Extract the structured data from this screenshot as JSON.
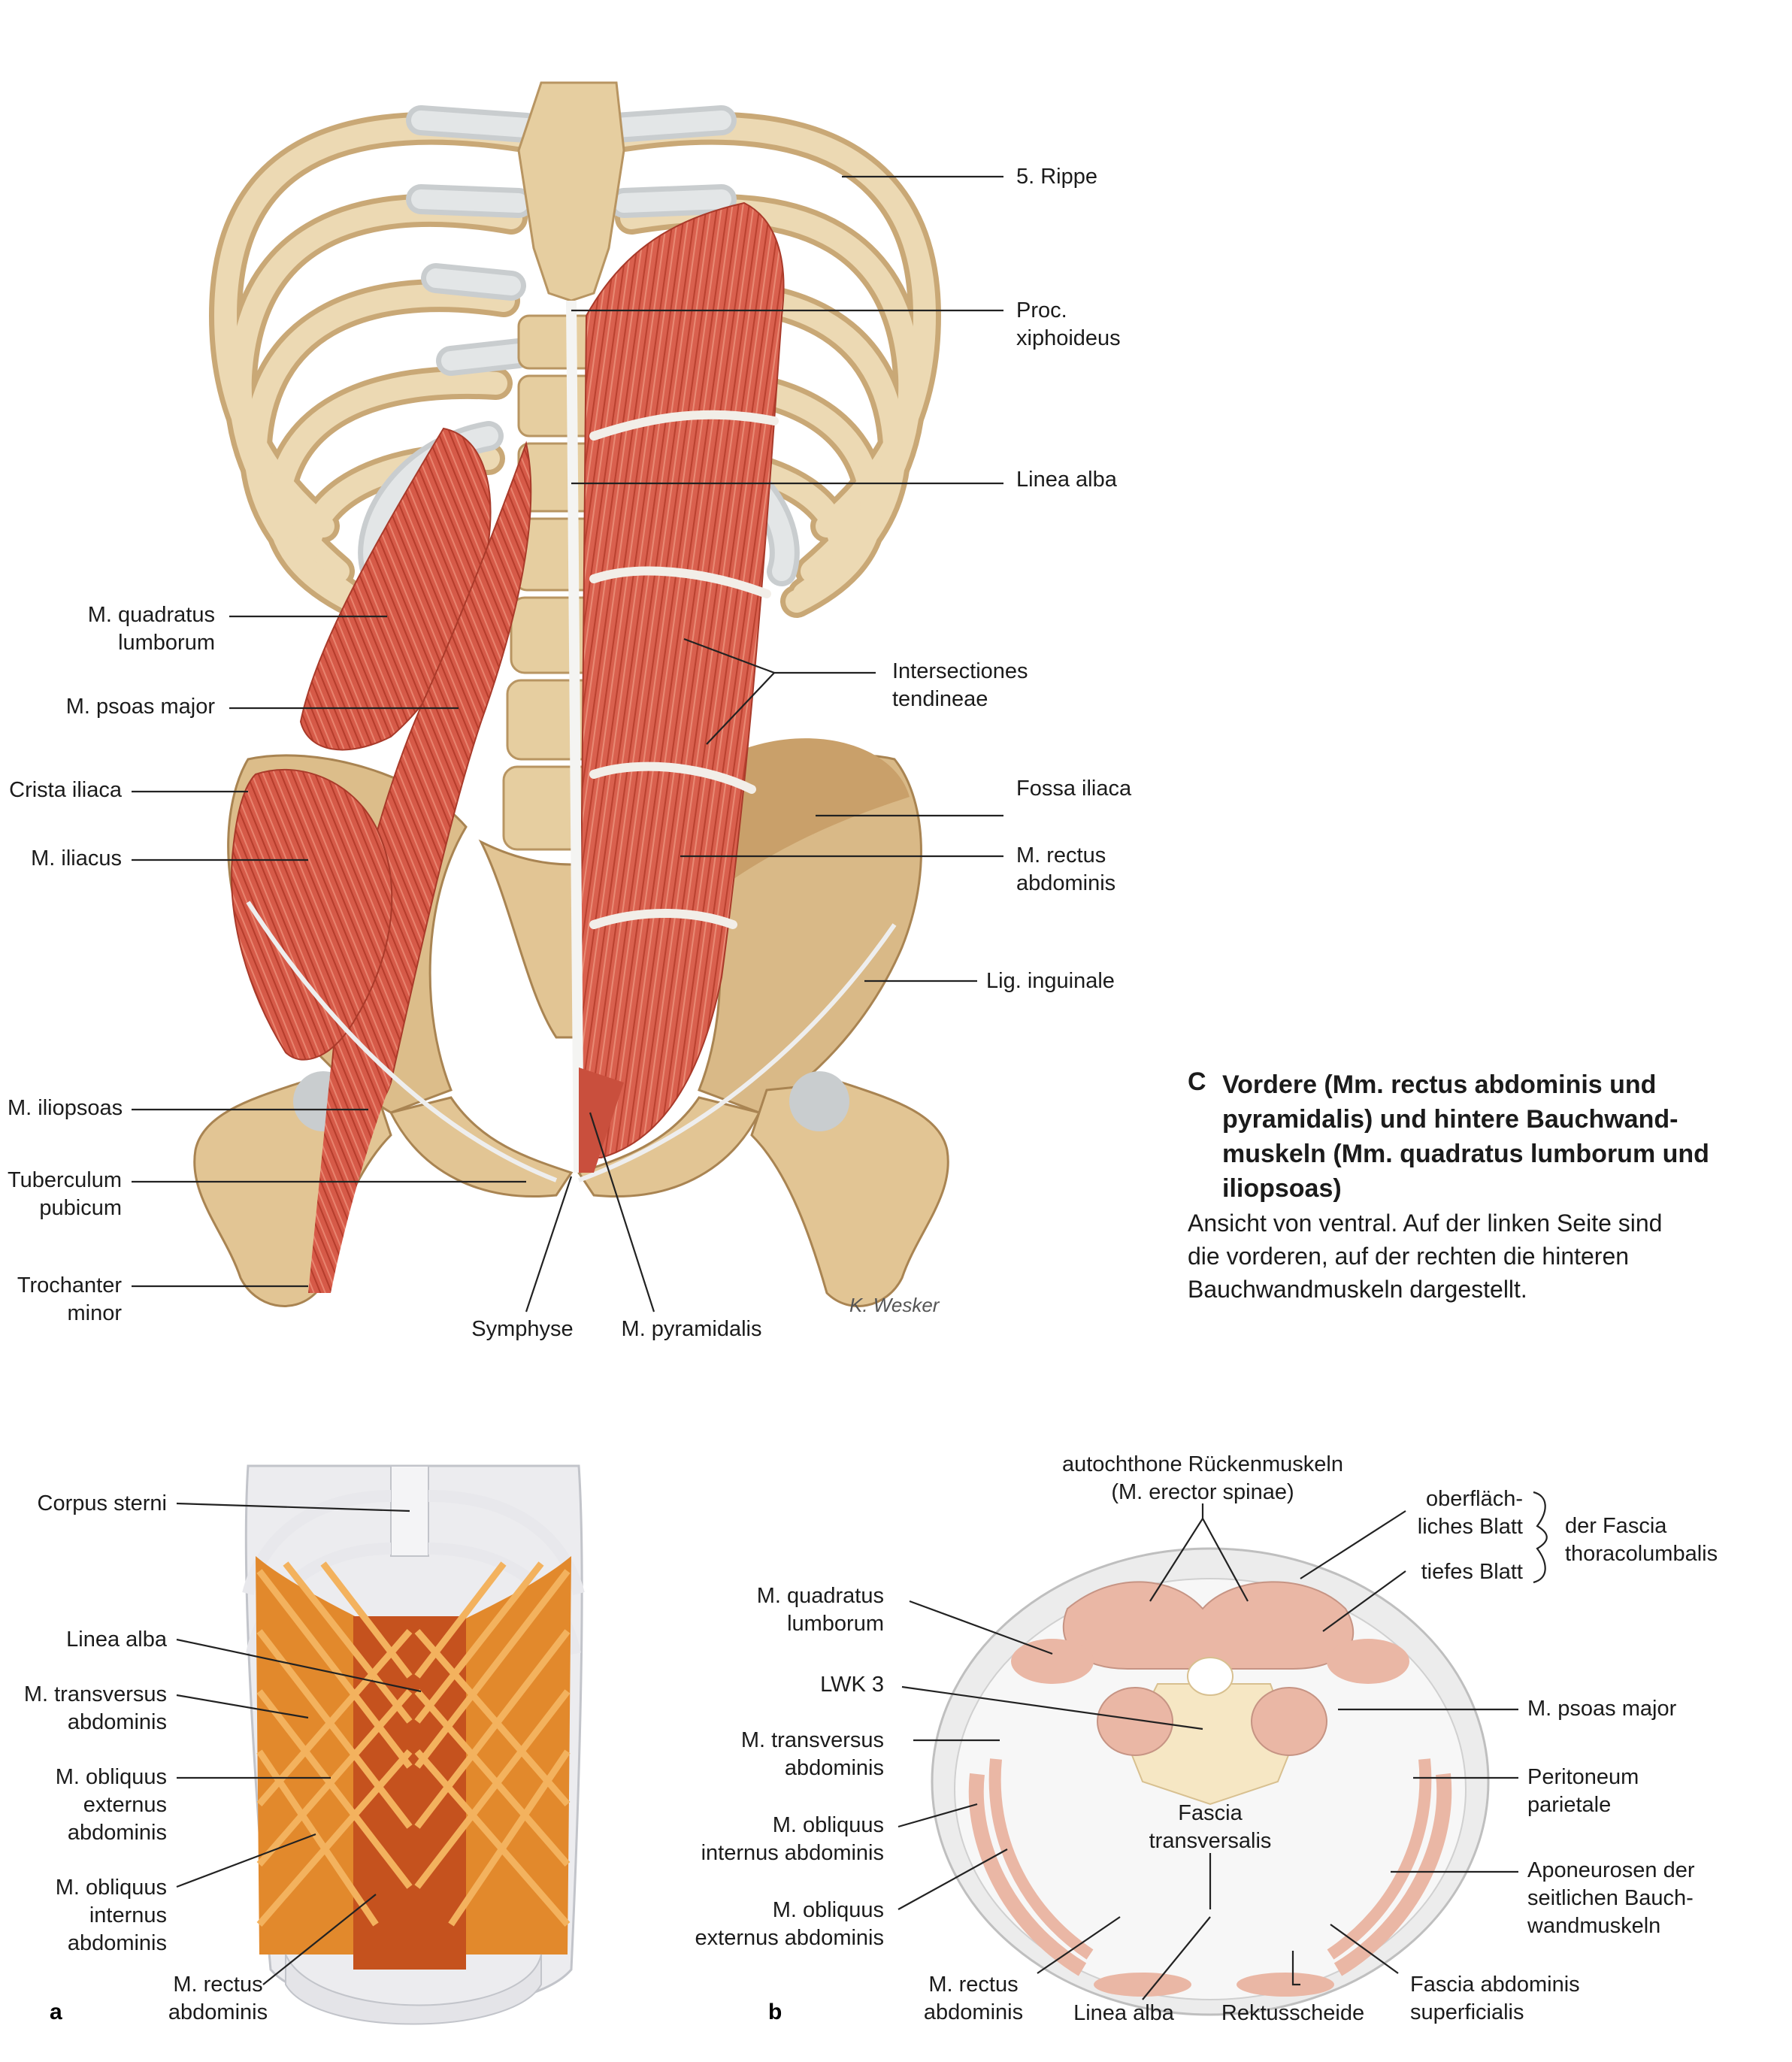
{
  "figure": {
    "letter": "C",
    "title": "Vordere (Mm. rectus abdominis und\npyramidalis) und hintere Bauchwand-\nmuskeln (Mm. quadratus lumborum und\niliopsoas)",
    "description": "Ansicht von ventral. Auf der linken Seite sind\ndie vorderen, auf der rechten die hinteren\nBauchwandmuskeln dargestellt.",
    "signature": "K. Wesker"
  },
  "main_labels": {
    "rib5": "5. Rippe",
    "xiphoid": "Proc.\nxiphoideus",
    "linea_alba": "Linea alba",
    "quadratus": "M. quadratus\nlumborum",
    "psoas": "M. psoas major",
    "intersectiones": "Intersectiones\ntendineae",
    "crista": "Crista iliaca",
    "fossa": "Fossa iliaca",
    "iliacus": "M. iliacus",
    "rectus": "M. rectus\nabdominis",
    "inguinale": "Lig. inguinale",
    "iliopsoas": "M. iliopsoas",
    "tuberculum": "Tuberculum\npubicum",
    "trochanter": "Trochanter\nminor",
    "symphyse": "Symphyse",
    "pyramidalis": "M. pyramidalis"
  },
  "panel_a": {
    "letter": "a",
    "corpus_sterni": "Corpus sterni",
    "linea_alba": "Linea alba",
    "transversus": "M. transversus\nabdominis",
    "obl_externus": "M. obliquus\nexternus\nabdominis",
    "obl_internus": "M. obliquus\ninternus\nabdominis",
    "rectus": "M. rectus\nabdominis"
  },
  "panel_b": {
    "letter": "b",
    "autochthone": "autochthone Rückenmuskeln\n(M. erector spinae)",
    "oberflaechlich": "oberfläch-\nliches Blatt",
    "tiefes": "tiefes Blatt",
    "fascia_thoraco": "der Fascia\nthoracolumbalis",
    "quadratus": "M. quadratus\nlumborum",
    "lwk3": "LWK 3",
    "psoas": "M. psoas major",
    "transversus": "M. transversus\nabdominis",
    "peritoneum": "Peritoneum\nparietale",
    "fascia_transversalis": "Fascia\ntransversalis",
    "obl_internus": "M. obliquus\ninternus abdominis",
    "aponeurosen": "Aponeurosen der\nseitlichen Bauch-\nwandmuskeln",
    "obl_externus": "M. obliquus\nexternus abdominis",
    "rectus": "M. rectus\nabdominis",
    "linea_alba": "Linea alba",
    "rektusscheide": "Rektusscheide",
    "fascia_superficialis": "Fascia abdominis\nsuperficialis"
  },
  "colors": {
    "bone": "#e8d3ad",
    "cartilage": "#dfe2e3",
    "muscle": "#d9604e",
    "tendon": "#f2eee8",
    "orange_muscle": "#e2892c",
    "section_muscle": "#eab7a5",
    "vertebra": "#f6e7c4"
  }
}
